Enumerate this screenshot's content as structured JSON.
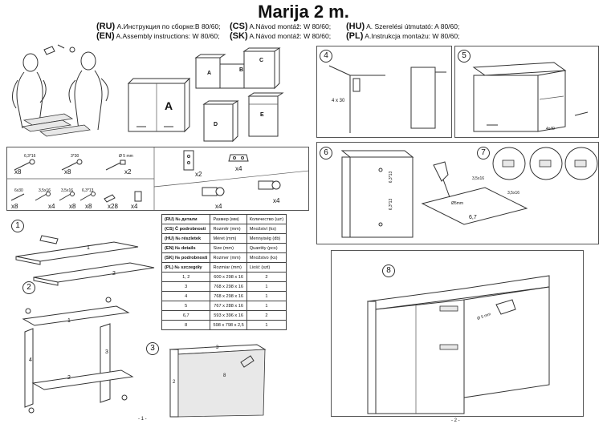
{
  "title": "Marija 2 m.",
  "languages": [
    {
      "code": "(RU)",
      "text": "А.Инструкция по сборке:В 80/60;"
    },
    {
      "code": "(CS)",
      "text": "A.Návod montáž: W 80/60;"
    },
    {
      "code": "(HU)",
      "text": "A. Szerelési útmutató: A 80/60;"
    },
    {
      "code": "(EN)",
      "text": "A.Assembly instructions: W 80/60;"
    },
    {
      "code": "(SK)",
      "text": "A.Návod montáž: W 80/60;"
    },
    {
      "code": "(PL)",
      "text": "A.Instrukcja montażu: W 80/60;"
    }
  ],
  "cabinet_labels": {
    "a_large": "A",
    "a": "A",
    "b": "B",
    "c": "C",
    "d": "D",
    "e": "E"
  },
  "hardware": {
    "row1": [
      {
        "spec": "6,3*16",
        "qty": "x8"
      },
      {
        "spec": "3*30",
        "qty": "x8"
      },
      {
        "spec": "Ø 5 mm",
        "qty": "x2"
      },
      {
        "qty": "x2"
      },
      {
        "qty": "x4"
      }
    ],
    "row2": [
      {
        "spec": "6x30",
        "qty": "x8"
      },
      {
        "spec": "3,5x16",
        "qty": "x4"
      },
      {
        "spec": "3,5x16",
        "qty": "x8"
      },
      {
        "spec": "6,3*13",
        "qty": "x8"
      },
      {
        "qty": "x28"
      },
      {
        "qty": "x4"
      },
      {
        "qty": "x4"
      },
      {
        "qty": "x4"
      }
    ]
  },
  "table": {
    "headers": [
      [
        "(RU) № детали",
        "Размер (мм)",
        "Количество (шт)"
      ],
      [
        "(CS) Č podrobnosti",
        "Rozměr (mm)",
        "Množství (ks)"
      ],
      [
        "(HU) № részletek",
        "Méret (mm)",
        "Mennyiség (db)"
      ],
      [
        "(EN) № details",
        "Size (mm)",
        "Quantity (pcs)"
      ],
      [
        "(SK) № podrobnosti",
        "Rozmer (mm)",
        "Množstvo (ks)"
      ],
      [
        "(PL) № szczegóły",
        "Rozmiar (mm)",
        "Liość (szt)"
      ]
    ],
    "rows": [
      [
        "1, 2",
        "600 x 298 x 16",
        "2"
      ],
      [
        "3",
        "768 x 298 x 16",
        "1"
      ],
      [
        "4",
        "768 x 298 x 16",
        "1"
      ],
      [
        "5",
        "767 x 288 x 16",
        "1"
      ],
      [
        "6,7",
        "593 x 396 x 16",
        "2"
      ],
      [
        "8",
        "598 x 798 x 2,5",
        "1"
      ]
    ]
  },
  "steps": [
    "1",
    "2",
    "3",
    "4",
    "5",
    "6",
    "7",
    "8"
  ],
  "part_labels": {
    "s1_a": "1",
    "s1_b": "2",
    "s2_top": "1",
    "s2_left": "4",
    "s2_right": "3",
    "s2_bottom": "2",
    "s3_top": "3",
    "s3_left": "2",
    "s3_back": "8",
    "s6_shelf": "6,7"
  },
  "dimension_labels": {
    "s4": "4 x 30",
    "s5": "4x40",
    "s6_a": "6,3*13",
    "s6_b": "6,3*13",
    "s6_c": "Ø5mm",
    "s7_a": "3,5x16",
    "s7_b": "3,5x16",
    "s8": "Ø 5 mm"
  },
  "page_numbers": {
    "left": "- 1 -",
    "right": "- 2 -"
  }
}
